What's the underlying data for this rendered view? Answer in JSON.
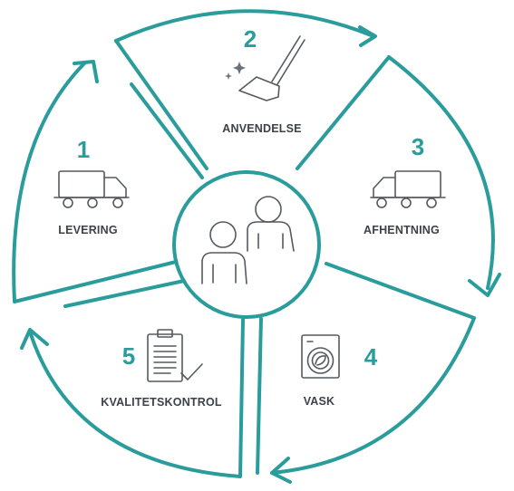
{
  "accent_color": "#2a9c9c",
  "icon_color": "#555a5f",
  "center": {
    "icon": "people-icon"
  },
  "steps": [
    {
      "number": "1",
      "label": "LEVERING",
      "icon": "truck-icon"
    },
    {
      "number": "2",
      "label": "ANVENDELSE",
      "icon": "mop-icon"
    },
    {
      "number": "3",
      "label": "AFHENTNING",
      "icon": "truck-icon"
    },
    {
      "number": "4",
      "label": "VASK",
      "icon": "washing-machine-icon"
    },
    {
      "number": "5",
      "label": "KVALITETSKONTROL",
      "icon": "clipboard-check-icon"
    }
  ]
}
